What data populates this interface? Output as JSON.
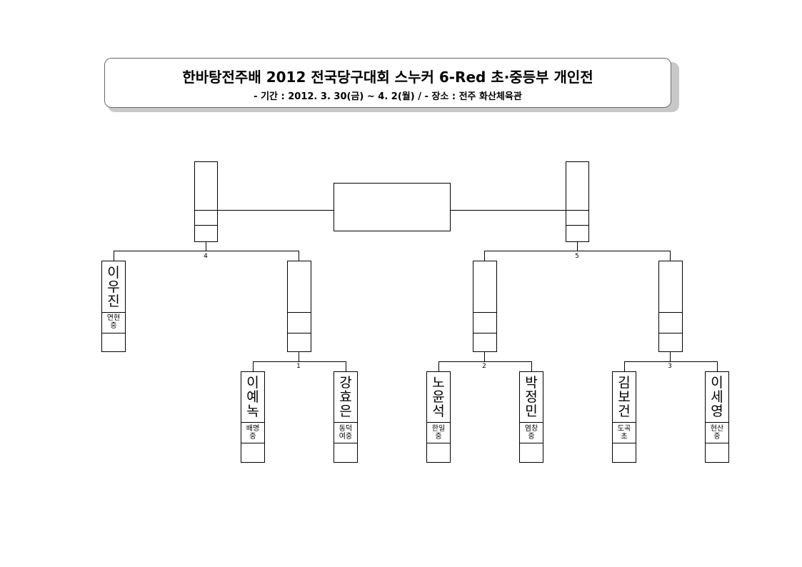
{
  "header": {
    "title": "한바탕전주배 2012 전국당구대회 스누커 6-Red 초·중등부 개인전",
    "subtitle": "- 기간 : 2012. 3. 30(금) ~ 4. 2(월)  /  - 장소 : 전주 화산체육관"
  },
  "matches": {
    "m1": "1",
    "m2": "2",
    "m3": "3",
    "m4": "4",
    "m5": "5"
  },
  "players": [
    {
      "name": "이\n우\n진",
      "school": "연현\n중"
    },
    {
      "name": "이\n예\n녹",
      "school": "배명\n중"
    },
    {
      "name": "강\n효\n은",
      "school": "동덕\n여중"
    },
    {
      "name": "노\n윤\n석",
      "school": "한일\n중"
    },
    {
      "name": "박\n정\n민",
      "school": "염창\n중"
    },
    {
      "name": "김\n보\n건",
      "school": "도곡\n초"
    },
    {
      "name": "이\n세\n영",
      "school": "현산\n중"
    }
  ]
}
